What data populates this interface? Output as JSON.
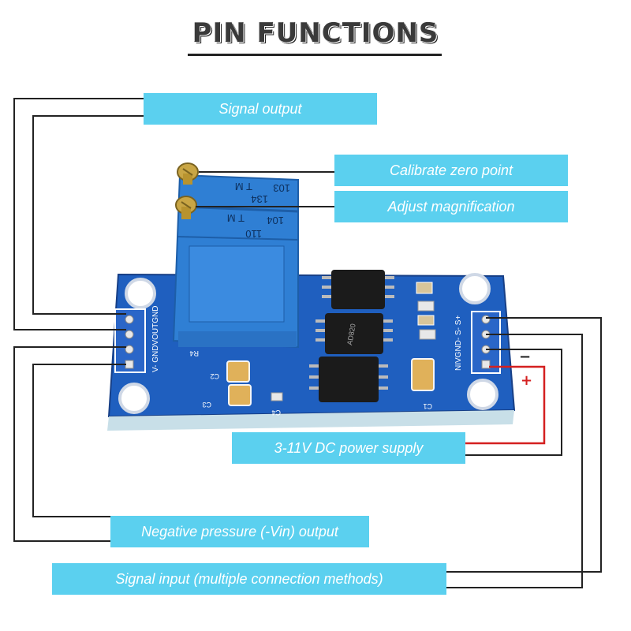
{
  "title": "PIN FUNCTIONS",
  "labels": {
    "signal_output": "Signal output",
    "calibrate_zero": "Calibrate zero point",
    "adjust_magnification": "Adjust magnification",
    "power_supply": "3-11V DC power supply",
    "negative_pressure": "Negative pressure (-Vin) output",
    "signal_input": "Signal input (multiple connection methods)"
  },
  "polarity": {
    "negative": "−",
    "positive": "+"
  },
  "board": {
    "left_pins": "V- GNDVOUTGND",
    "right_pins": "NIVGND- S- S+",
    "pot_top_1": "103",
    "pot_top_2": "T M",
    "pot_top_3": "134",
    "pot_bottom_1": "104",
    "pot_bottom_2": "T M",
    "pot_bottom_3": "110",
    "chip_text": "AD820",
    "ref_r4": "R4",
    "ref_c2": "C2",
    "ref_c3": "C3",
    "ref_c4": "C4",
    "ref_c1": "C1"
  },
  "colors": {
    "label_bg": "#5bd0ef",
    "board": "#1f5fbf",
    "potentiometer": "#2f7fd4",
    "wire": "#222222",
    "positive_wire": "#d42020"
  }
}
